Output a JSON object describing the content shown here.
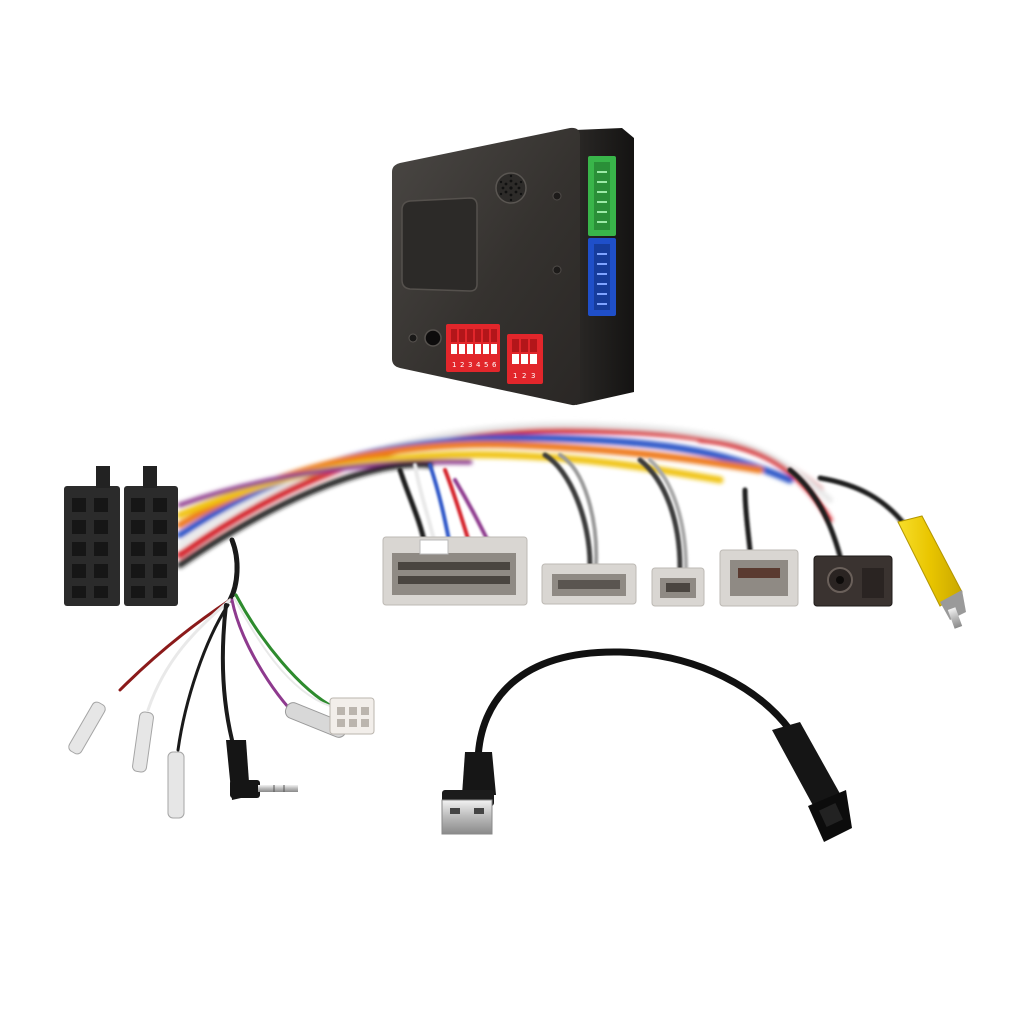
{
  "scene": {
    "subject": "product-photo",
    "background": "#ffffff"
  },
  "colors": {
    "module_body": "#3b3937",
    "module_side": "#1f1d1c",
    "dip_red": "#e2262b",
    "connector_green": "#39b54a",
    "connector_blue": "#1f4fc9",
    "iso_connector": "#2b2b2b",
    "harness_connector": "#d9d6d2",
    "rca_yellow": "#f2d200",
    "wire_red": "#d4202a",
    "wire_orange": "#ee7a1b",
    "wire_yellow": "#f0c419",
    "wire_blue": "#2f56c8",
    "wire_white": "#e9e9e9",
    "wire_black": "#1a1a1a",
    "wire_green": "#2e8b2e",
    "wire_purple": "#8e3a8e"
  },
  "dip_switch_left": {
    "positions": [
      "1",
      "2",
      "3",
      "4",
      "5",
      "6"
    ]
  },
  "dip_switch_right": {
    "positions": [
      "1",
      "2",
      "3"
    ]
  },
  "icons": {
    "module": "interface-module-icon",
    "usb": "usb-plug-icon",
    "aux": "aux-jack-icon",
    "rca": "rca-plug-icon"
  }
}
